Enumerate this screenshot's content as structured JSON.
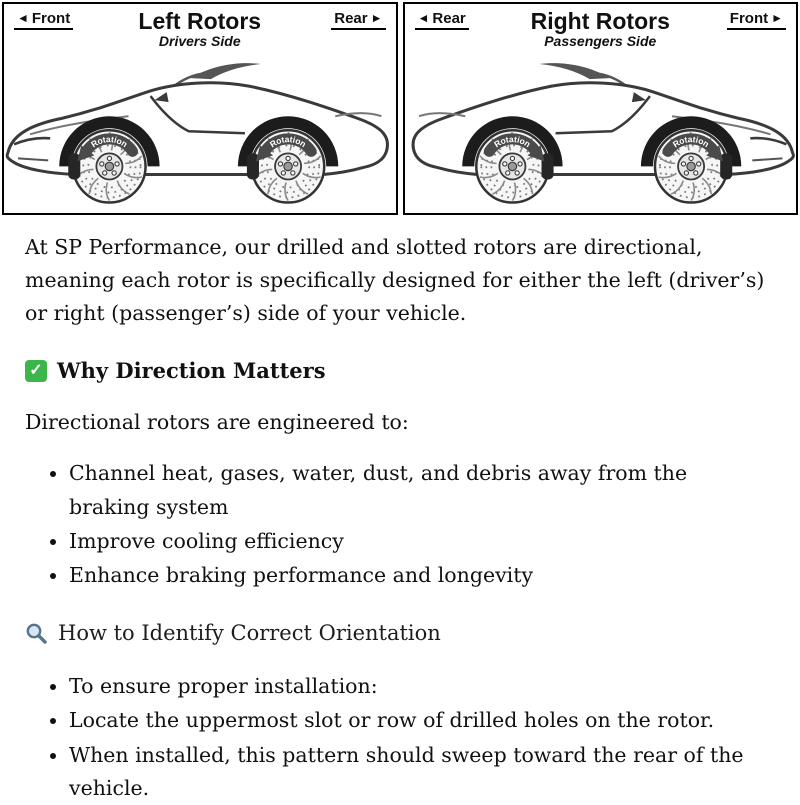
{
  "diagram": {
    "panels": [
      {
        "side": "left",
        "top_left_label": "Front",
        "top_right_label": "Rear",
        "title": "Left Rotors",
        "subtitle": "Drivers Side",
        "rotation_label": "Rotation"
      },
      {
        "side": "right",
        "top_left_label": "Rear",
        "top_right_label": "Front",
        "title": "Right Rotors",
        "subtitle": "Passengers Side",
        "rotation_label": "Rotation"
      }
    ]
  },
  "article": {
    "intro": "At SP Performance, our drilled and slotted rotors are directional, meaning each rotor is specifically designed for either the left (driver’s) or right (passenger’s) side of your vehicle.",
    "why_section": {
      "icon": "check-icon",
      "heading": "Why Direction Matters",
      "lead": "Directional rotors are engineered to:",
      "bullets": [
        "Channel heat, gases, water, dust, and debris away from the braking system",
        "Improve cooling efficiency",
        "Enhance braking performance and longevity"
      ]
    },
    "identify_section": {
      "icon": "magnifier-icon",
      "heading": "How to Identify Correct Orientation",
      "bullets": [
        "To ensure proper installation:",
        "Locate the uppermost slot or row of drilled holes on the rotor.",
        "When installed, this pattern should sweep toward the rear of the vehicle."
      ]
    }
  },
  "colors": {
    "check_green": "#3cb54a",
    "magnifier_blue": "#55748e",
    "line_art": "#3a3a3a"
  }
}
